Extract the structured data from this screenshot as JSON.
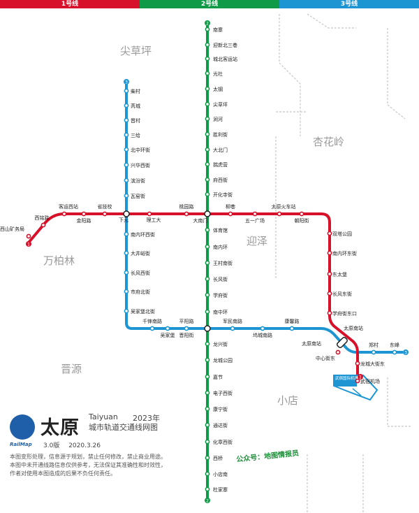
{
  "header": {
    "lines": [
      {
        "label": "1号线",
        "color": "#d7112a"
      },
      {
        "label": "2号线",
        "color": "#0e9a47"
      },
      {
        "label": "3号线",
        "color": "#1e95d3"
      }
    ]
  },
  "colors": {
    "line1": "#d7112a",
    "line2": "#0e9a47",
    "line3": "#1e95d3",
    "district": "#9a9a9a",
    "planned": "#c8c8c8"
  },
  "districts": [
    "尖草坪",
    "杏花岭",
    "万柏林",
    "迎泽",
    "晋源",
    "小店"
  ],
  "stations": {
    "line1_end_label": "1",
    "line2_end_label": "2",
    "line3_end_label": "3",
    "names": [
      "西山矿务局",
      "西铭路",
      "客运西站",
      "金阳路",
      "省技校",
      "下元",
      "理工大",
      "桃园路",
      "大南门",
      "柳巷",
      "五一广场",
      "太原火车站",
      "朝阳街",
      "双塔公园",
      "南内环东街",
      "东太堡",
      "长风东街",
      "学府街东口",
      "太原南站",
      "中心街东",
      "龙城大街东",
      "武宿机场",
      "南寨",
      "迎新北三巷",
      "城北客运站",
      "光社",
      "太钢",
      "尖草坪",
      "涧河",
      "胜利街",
      "大北门",
      "揣虎营",
      "府西街",
      "开化寺街",
      "体育馆",
      "南内环",
      "王村南街",
      "长风街",
      "学府街",
      "南中环",
      "龙兴街",
      "龙城公园",
      "嘉节",
      "电子西街",
      "康宁街",
      "通达街",
      "化章西街",
      "西桥",
      "小店南",
      "杜家寨",
      "柴村",
      "芮城",
      "晋村",
      "三给",
      "北中环街",
      "兴华西街",
      "滨汾街",
      "瓦窑街",
      "南内环西街",
      "大井峪街",
      "长风西街",
      "市府北街",
      "吴家堡北街",
      "千锋南路",
      "吴家堡",
      "平阳路",
      "晋阳街",
      "军民南路",
      "坞城南路",
      "康馨路",
      "太原南站",
      "郑村",
      "东峰"
    ]
  },
  "airport_label": "武宿国际机场",
  "title": {
    "cn": "太原",
    "en": "Taiyuan",
    "year": "2023年",
    "subtitle": "城市轨道交通线网图",
    "version": "3.0版",
    "date": "2020.3.26",
    "brand": "RailMap"
  },
  "notice": [
    "本图变形处理，信息源于规划，禁止任何修改，禁止商业用途。",
    "本图中未开通线路信息仅供参考，无法保证其准确性和时效性，",
    "作者对使用本图造成的后果不负任何责任。"
  ],
  "watermark": "公众号：地图情报员"
}
